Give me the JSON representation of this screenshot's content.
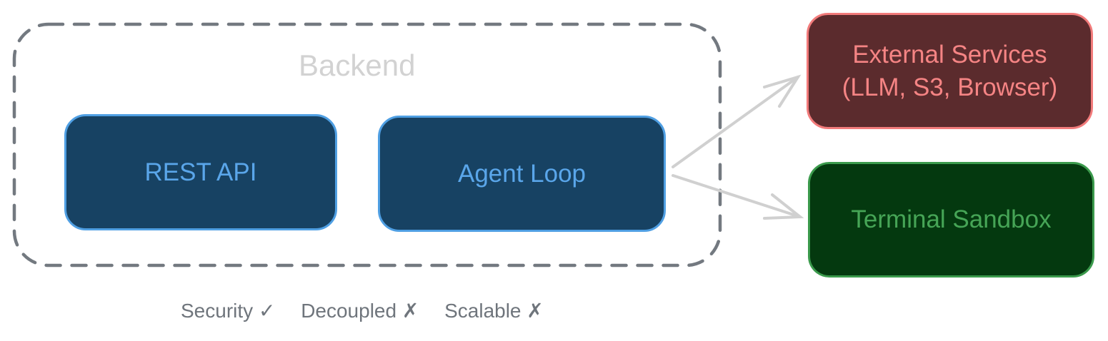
{
  "diagram": {
    "group": {
      "label": "Backend",
      "border_color": "#737980"
    },
    "nodes": [
      {
        "id": "rest-api",
        "label": "REST API",
        "style": "blue"
      },
      {
        "id": "agent-loop",
        "label": "Agent Loop",
        "style": "blue"
      },
      {
        "id": "external-services",
        "label_line1": "External Services",
        "label_line2": "(LLM, S3, Browser)",
        "style": "red"
      },
      {
        "id": "terminal-sandbox",
        "label": "Terminal Sandbox",
        "style": "green"
      }
    ],
    "edges": [
      {
        "from": "agent-loop",
        "to": "external-services"
      },
      {
        "from": "agent-loop",
        "to": "terminal-sandbox"
      }
    ],
    "colors": {
      "blue_fill": "#174263",
      "blue_border": "#4f9fe3",
      "red_fill": "#5b2b2d",
      "red_border": "#f27b7b",
      "green_fill": "#04390f",
      "green_border": "#3b9a4c",
      "arrow": "#d0d0d0"
    },
    "footer": {
      "items": [
        {
          "label": "Security",
          "mark": "✓"
        },
        {
          "label": "Decoupled",
          "mark": "✗"
        },
        {
          "label": "Scalable",
          "mark": "✗"
        }
      ]
    }
  }
}
